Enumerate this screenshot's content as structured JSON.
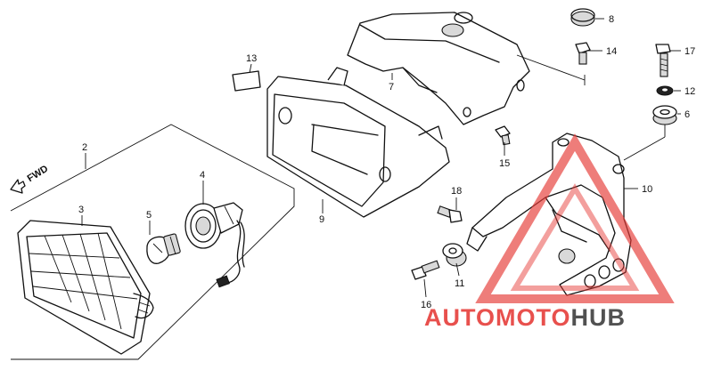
{
  "diagram": {
    "direction_label": "FWD",
    "callouts": {
      "p2": "2",
      "p3": "3",
      "p4": "4",
      "p5": "5",
      "p6": "6",
      "p7": "7",
      "p8": "8",
      "p9": "9",
      "p10": "10",
      "p11": "11",
      "p12": "12",
      "p13": "13",
      "p14": "14",
      "p15": "15",
      "p16": "16",
      "p17": "17",
      "p18": "18"
    }
  },
  "watermark": {
    "part1": "AUTO",
    "part2": "MOTO",
    "part3": "HUB",
    "color_red": "#e53935",
    "color_dark": "#3a3a3a"
  }
}
